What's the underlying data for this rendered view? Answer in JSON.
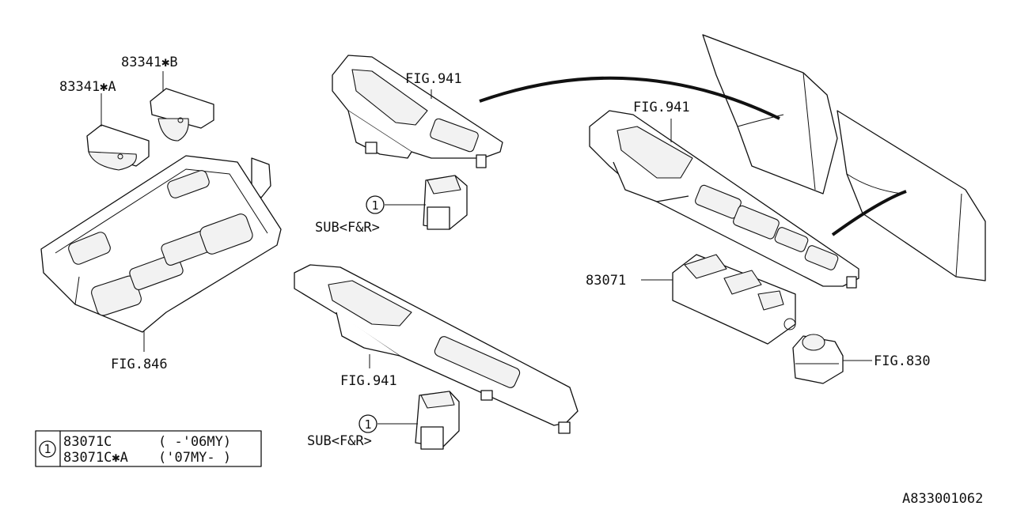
{
  "labels": {
    "part_83341b": "83341✱B",
    "part_83341a": "83341✱A",
    "fig_846": "FIG.846",
    "fig_941_top": "FIG.941",
    "fig_941_right": "FIG.941",
    "fig_941_bottom": "FIG.941",
    "sub_top": "SUB<F&R>",
    "sub_bottom": "SUB<F&R>",
    "part_83071": "83071",
    "fig_830": "FIG.830",
    "callout_top": "1",
    "callout_bottom": "1",
    "diagram_code": "A833001062"
  },
  "legend": {
    "symbol": "1",
    "rows": [
      {
        "part": "83071C",
        "range": "(  -'06MY)"
      },
      {
        "part": "83071C✱A",
        "range": "('07MY-  )"
      }
    ]
  }
}
